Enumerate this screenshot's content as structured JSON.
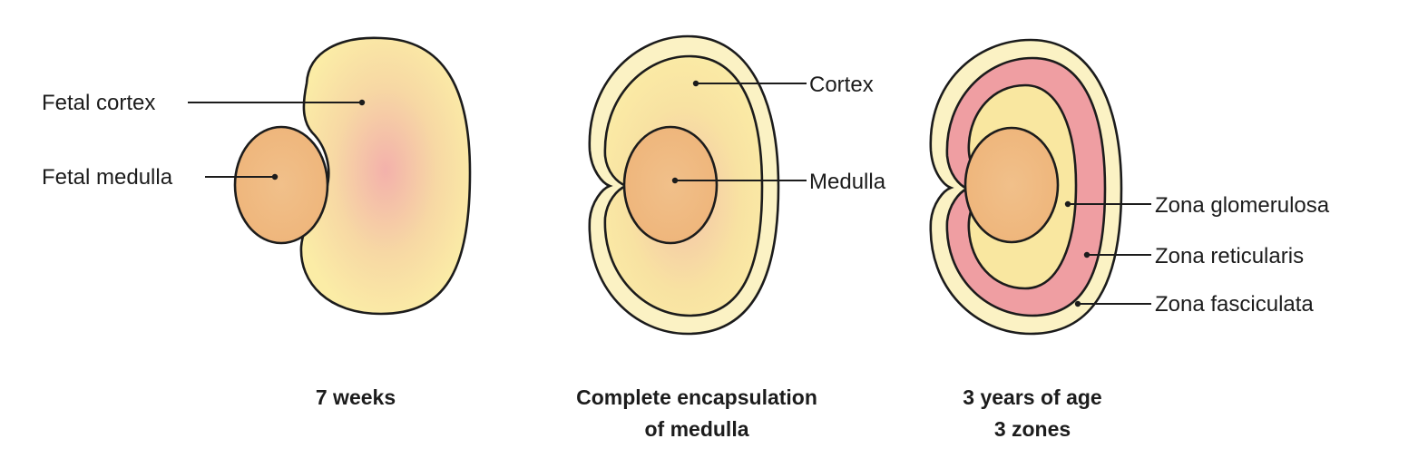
{
  "stages": [
    {
      "caption": [
        "7 weeks"
      ],
      "labels": {
        "fetal_cortex": "Fetal cortex",
        "fetal_medulla": "Fetal medulla"
      }
    },
    {
      "caption": [
        "Complete encapsulation",
        "of medulla"
      ],
      "labels": {
        "cortex": "Cortex",
        "medulla": "Medulla"
      }
    },
    {
      "caption": [
        "3 years of age",
        "3 zones"
      ],
      "labels": {
        "zona_glomerulosa": "Zona glomerulosa",
        "zona_reticularis": "Zona reticularis",
        "zona_fasciculata": "Zona fasciculata"
      }
    }
  ],
  "colors": {
    "capsule": "#fbf2c4",
    "cortex": "#f9e7a0",
    "cortex_center": "#f3b6ac",
    "medulla": "#efb87c",
    "reticularis": "#ef9ea2",
    "outline": "#1c1c1c"
  }
}
